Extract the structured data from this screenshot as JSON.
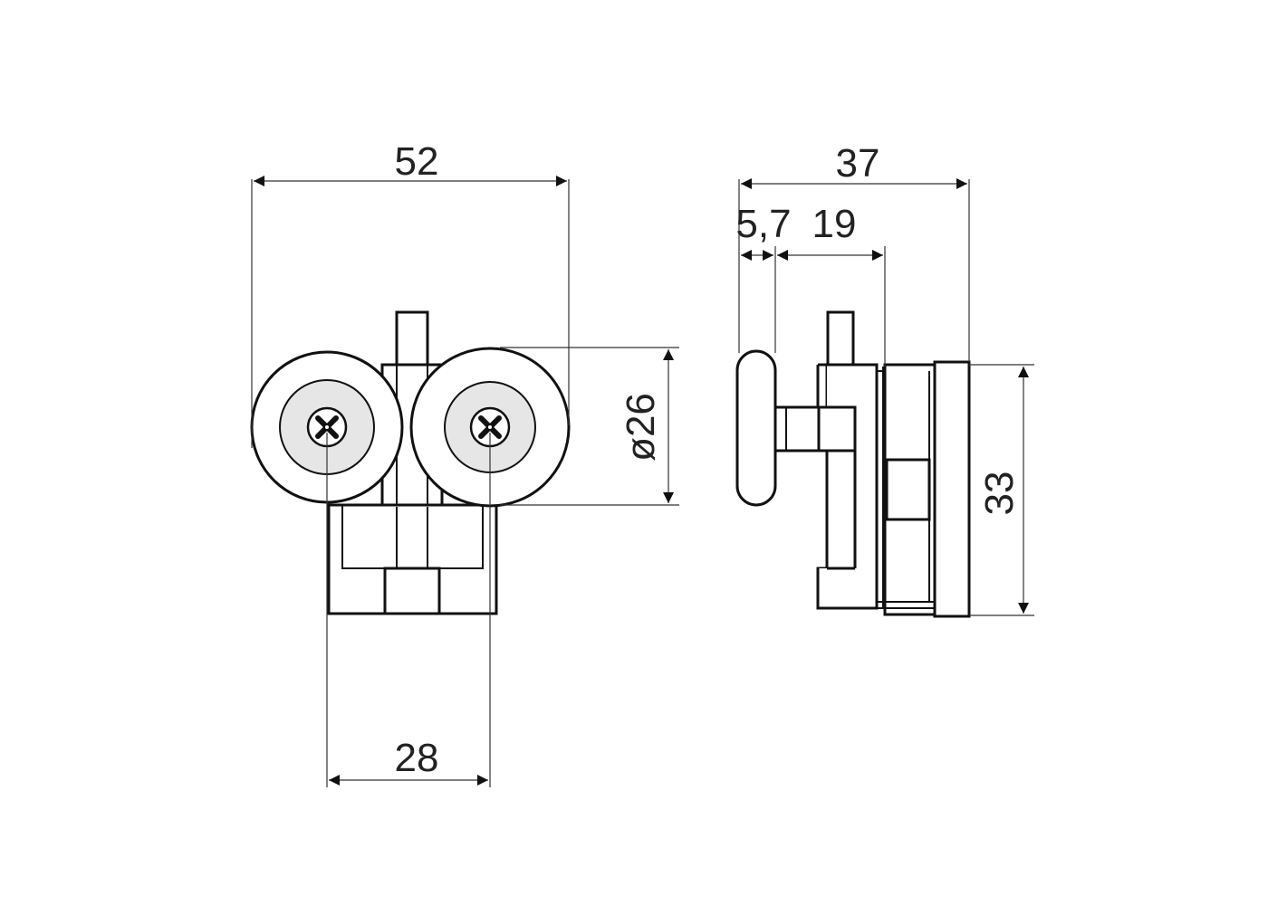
{
  "drawing": {
    "colors": {
      "line": "#111111",
      "hub": "#e6e6e6",
      "background": "#ffffff"
    },
    "front_view": {
      "dim_overall_width": "52",
      "dim_axle_spacing": "28",
      "dim_wheel_diameter": "ø26"
    },
    "side_view": {
      "dim_overall_depth": "37",
      "dim_wheel_offset": "5,7",
      "dim_body_depth": "19",
      "dim_height": "33"
    }
  }
}
